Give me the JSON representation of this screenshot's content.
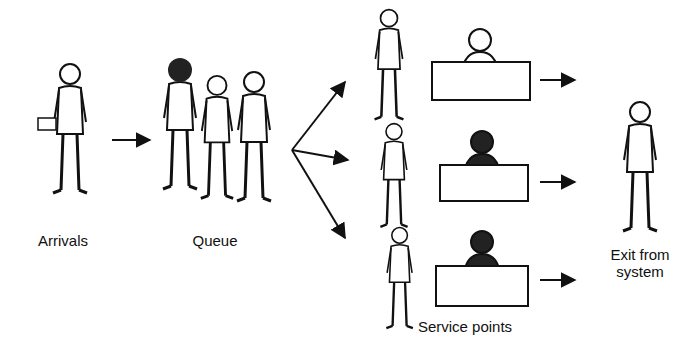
{
  "diagram": {
    "labels": [
      "Arrivals",
      "Queue",
      "Service points",
      "Exit from system"
    ]
  }
}
